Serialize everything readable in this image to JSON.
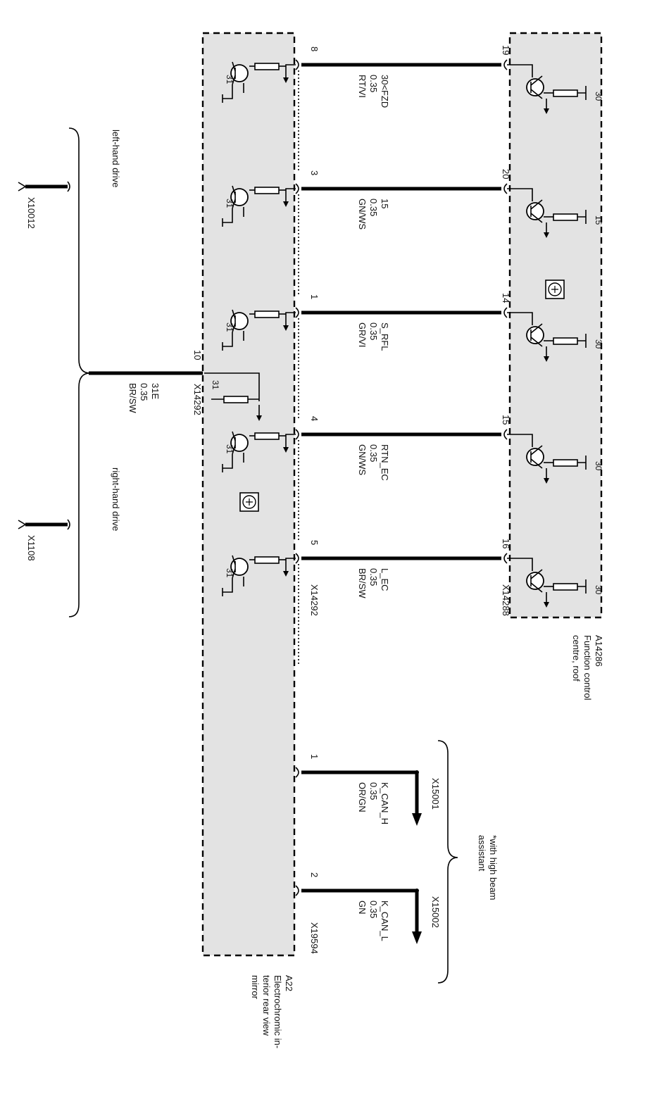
{
  "modules": {
    "roof": {
      "id": "A14286",
      "name_lines": [
        "Function control",
        "centre, roof"
      ],
      "connector": "X14288",
      "pins": [
        "19",
        "20",
        "14",
        "15",
        "16"
      ],
      "supply_labels": [
        "30",
        "15",
        "30",
        "30",
        "30"
      ]
    },
    "mirror": {
      "id": "A22",
      "name_lines": [
        "Electrochromic in-",
        "terior rear view",
        "mirror"
      ],
      "connector_main": "X14292",
      "connector_can": "X19594",
      "pins": [
        "8",
        "3",
        "1",
        "4",
        "5"
      ],
      "ground_label": "31",
      "ground_pin": "10",
      "ground_connector": "X14292",
      "can_pins": [
        "1",
        "2"
      ]
    }
  },
  "wires": [
    {
      "signal": "30<FZD",
      "gauge": "0.35",
      "color": "RT/VI"
    },
    {
      "signal": "15",
      "gauge": "0.35",
      "color": "GN/WS"
    },
    {
      "signal": "S_RFL",
      "gauge": "0.35",
      "color": "GR/VI"
    },
    {
      "signal": "RTN_EC",
      "gauge": "0.35",
      "color": "GN/WS"
    },
    {
      "signal": "L_EC",
      "gauge": "0.35",
      "color": "BR/SW"
    }
  ],
  "ground_wire": {
    "signal": "31E",
    "gauge": "0.35",
    "color": "BR/SW"
  },
  "ground_variants": [
    {
      "label": "left-hand drive",
      "connector": "X10012"
    },
    {
      "label": "right-hand drive",
      "connector": "X1108"
    }
  ],
  "can_wires": [
    {
      "signal": "K_CAN_H",
      "gauge": "0.35",
      "color": "OR/GN",
      "connector": "X15001"
    },
    {
      "signal": "K_CAN_L",
      "gauge": "0.35",
      "color": "GN",
      "connector": "X15002"
    }
  ],
  "option_note": {
    "prefix": "*",
    "lines": [
      "with high beam",
      "assistant"
    ]
  },
  "colors": {
    "module_fill": "#e3e3e3",
    "line": "#000000"
  }
}
